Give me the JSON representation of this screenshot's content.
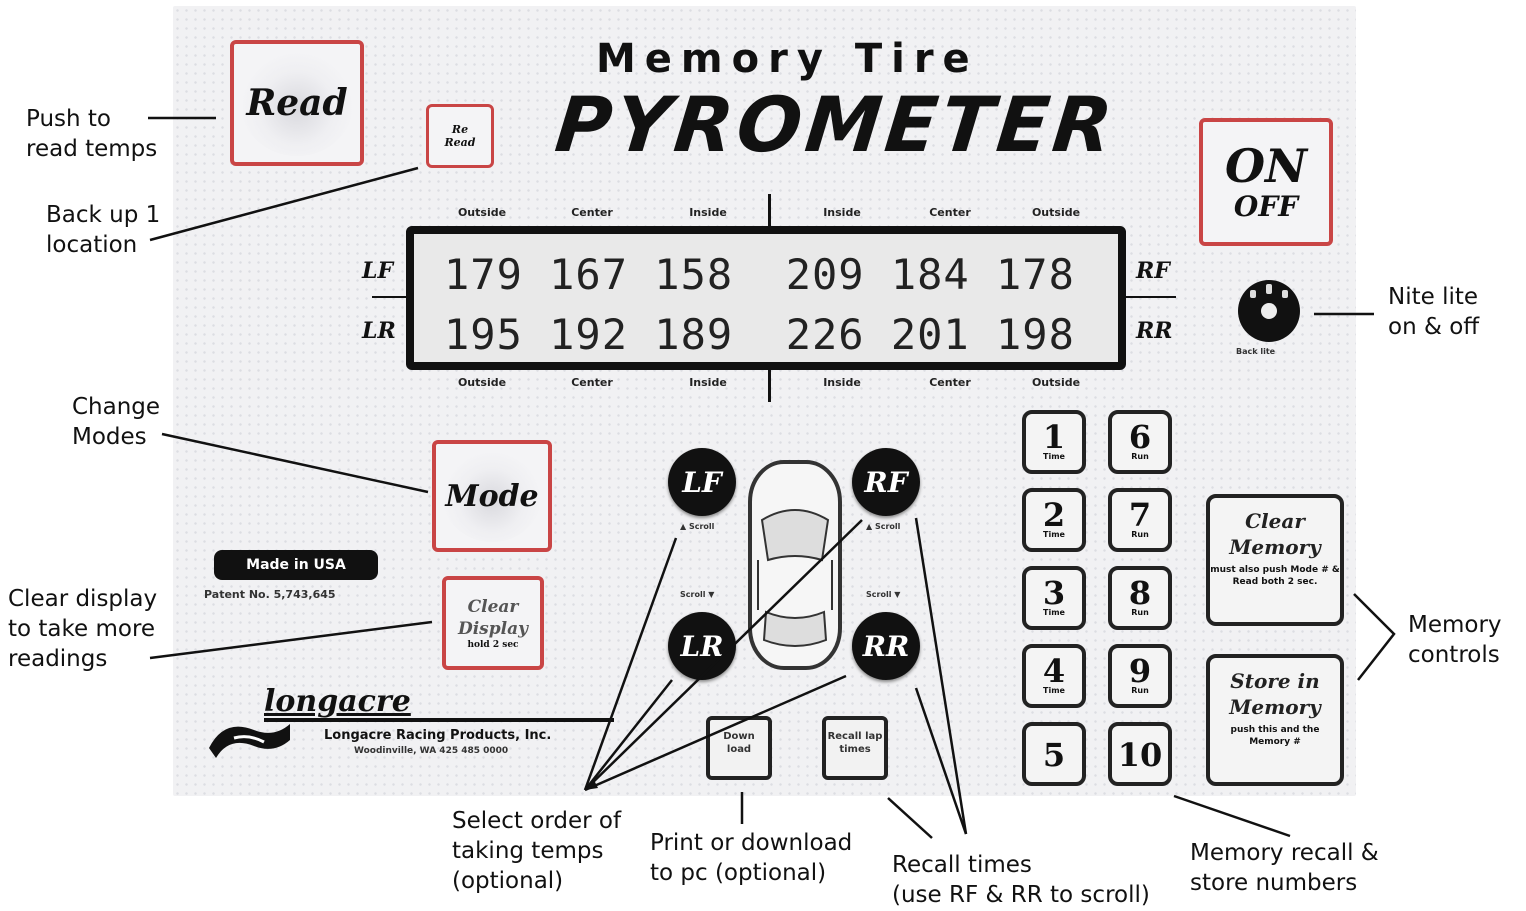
{
  "title": {
    "line1": "Memory Tire",
    "line2": "PYROMETER"
  },
  "buttons": {
    "read": "Read",
    "reread": "Re Read",
    "on_off_on": "ON",
    "on_off_off": "OFF",
    "mode": "Mode",
    "clear_display": "Clear Display",
    "clear_display_sub": "hold 2 sec",
    "back_lite": "Back lite",
    "down_load": "Down load",
    "recall_lap_times": "Recall lap times"
  },
  "lcd": {
    "top_headers": [
      "Outside",
      "Center",
      "Inside",
      "Inside",
      "Center",
      "Outside"
    ],
    "bottom_headers": [
      "Outside",
      "Center",
      "Inside",
      "Inside",
      "Center",
      "Outside"
    ],
    "row_top": "179 167 158  209 184 178",
    "row_bottom": "195 192 189  226 201 198",
    "label_lf": "LF",
    "label_lr": "LR",
    "label_rf": "RF",
    "label_rr": "RR"
  },
  "tires": {
    "lf": "LF",
    "rf": "RF",
    "lr": "LR",
    "rr": "RR",
    "scroll_up": "▲ Scroll",
    "scroll_down": "Scroll ▼"
  },
  "badge": {
    "made_in": "Made in USA",
    "patent": "Patent No. 5,743,645"
  },
  "brand": {
    "name": "longacre",
    "company": "Longacre Racing Products, Inc.",
    "address": "Woodinville, WA  425 485 0000"
  },
  "keypad": [
    {
      "n": "1",
      "s": "Time"
    },
    {
      "n": "6",
      "s": "Run"
    },
    {
      "n": "2",
      "s": "Time"
    },
    {
      "n": "7",
      "s": "Run"
    },
    {
      "n": "3",
      "s": "Time"
    },
    {
      "n": "8",
      "s": "Run"
    },
    {
      "n": "4",
      "s": "Time"
    },
    {
      "n": "9",
      "s": "Run"
    },
    {
      "n": "5",
      "s": ""
    },
    {
      "n": "10",
      "s": ""
    }
  ],
  "memory": {
    "clear_title": "Clear Memory",
    "clear_sub": "must also push Mode # & Read both 2 sec.",
    "store_title": "Store in Memory",
    "store_sub": "push this and the Memory #"
  },
  "annotations": {
    "push_read": [
      "Push to",
      "read temps"
    ],
    "back_up": [
      "Back up 1",
      "location"
    ],
    "change_modes": [
      "Change",
      "Modes"
    ],
    "clear_display": [
      "Clear display",
      "to take more",
      "readings"
    ],
    "nite_lite": [
      "Nite lite",
      "on & off"
    ],
    "memory_controls": [
      "Memory",
      "controls"
    ],
    "select_order": [
      "Select order of",
      "taking temps",
      "(optional)"
    ],
    "print_download": [
      "Print or download",
      "to pc (optional)"
    ],
    "recall_times": [
      "Recall times",
      "(use RF & RR to scroll)"
    ],
    "memory_recall": [
      "Memory recall &",
      "store numbers"
    ]
  }
}
